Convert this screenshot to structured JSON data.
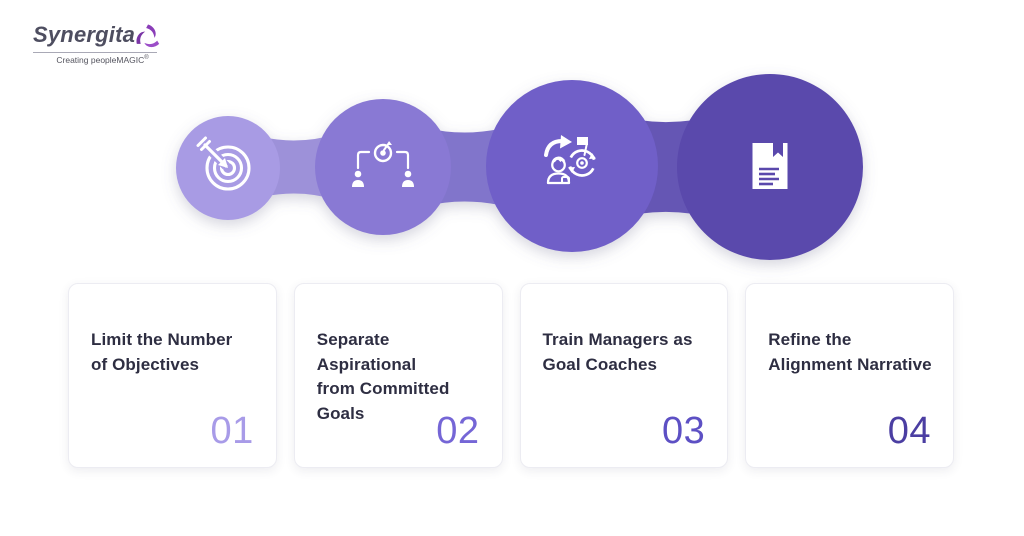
{
  "brand": {
    "name": "Synergita",
    "tagline": "Creating peopleMAGIC",
    "registered_mark": "®",
    "wordmark_color": "#4e4e60",
    "accent_color": "#9b4ec8"
  },
  "process": {
    "title_color": "#2e2e42",
    "card_background": "#ffffff",
    "connector_colors": [
      "#9d91d9",
      "#8175cb",
      "#6557b4"
    ],
    "steps": [
      {
        "number": "01",
        "title_lines": [
          "Limit the Number",
          "of Objectives"
        ],
        "circle_color": "#a89be4",
        "number_color": "#a89be8",
        "icon": "dartboard-arrow-icon"
      },
      {
        "number": "02",
        "title_lines": [
          "Separate Aspirational",
          "from Committed Goals"
        ],
        "circle_color": "#8979d4",
        "number_color": "#7566d6",
        "icon": "goal-hierarchy-icon"
      },
      {
        "number": "03",
        "title_lines": [
          "Train Managers as",
          "Goal Coaches"
        ],
        "circle_color": "#6f5ec8",
        "number_color": "#5d50c4",
        "icon": "manager-coach-icon"
      },
      {
        "number": "04",
        "title_lines": [
          "Refine the",
          "Alignment Narrative"
        ],
        "circle_color": "#5a48ac",
        "number_color": "#4b3ea2",
        "icon": "document-bookmark-icon"
      }
    ]
  }
}
